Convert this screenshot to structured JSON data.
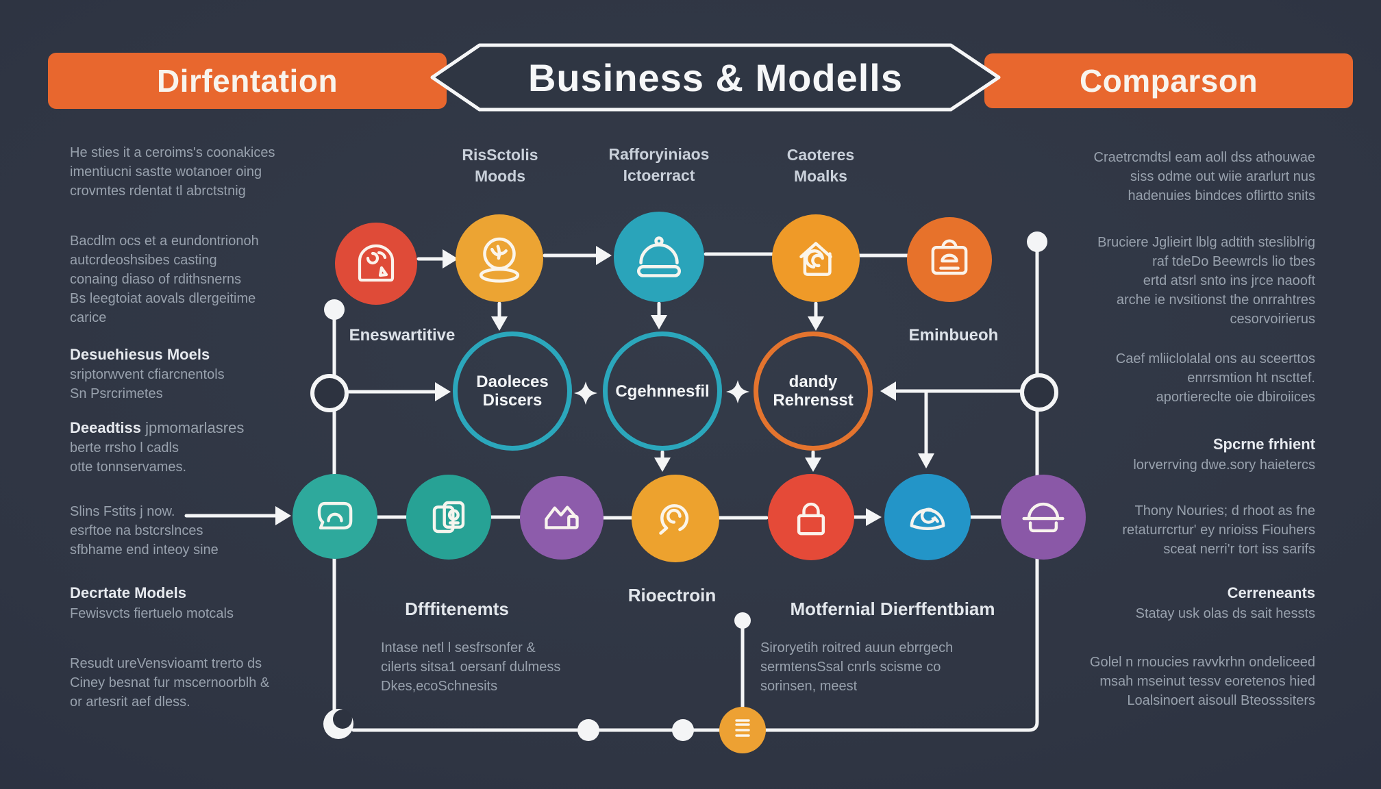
{
  "header": {
    "left_banner": "Dirfentation",
    "title": "Business & Modells",
    "right_banner": "Comparson",
    "banner_color": "#e8672e",
    "title_outline_color": "#f5f6f7"
  },
  "columns": {
    "left": {
      "para1": "He sties it a ceroims's coonakices\nimentiucni sastte wotanoer oing\ncrovmtes rdentat tl abrctstnig",
      "para2": "Bacdlm ocs et a eundontrionoh\nautcrdeoshsibes casting\nconaing diaso of rdithsnerns\nBs leegtoiat aovals dlergeitime\ncarice",
      "heading1": "Desuehiesus Moels",
      "heading1_sub": "sriptorwvent cfiarcnentols\nSn Psrcrimetes",
      "heading2": "Deeadtiss",
      "heading2_tail": " jpmomarlasres",
      "heading2_sub": "berte rrsho l cadls\notte tonnservames.",
      "para3": "Slins Fstits j now.\nesrftoe na bstcrslnces\nsfbhame end inteoy sine",
      "heading3": "Decrtate Models",
      "heading3_sub": "Fewisvcts fiertuelo motcals",
      "para4": "Resudt ureVensvioamt trerto ds\nCiney besnat fur mscernoorblh &\nor artesrit aef dless."
    },
    "right": {
      "para1": "Craetrcmdtsl eam aoll dss athouwae\nsiss odme out wiie ararlurt nus\nhadenuies bindces oflirtto snits",
      "para2": "Bruciere Jglieirt lblg adtith stesliblrig\nraf tdeDo Beewrcls lio tbes\nertd atsrl snto ins jrce naooft\narche ie nvsitionst the onrrahtres\ncesorvoirierus",
      "para3": "Caef mliiclolalal ons au sceerttos\nenrrsmtion ht nscttef.\naportiereclte oie dbiroiices",
      "heading1": "Spcrne frhient",
      "heading1_sub": "lorverrving dwe.sory haietercs",
      "para4": "Thony Nouries; d rhoot as fne\nretaturrcrtur' ey nrioiss Fiouhers\nsceat nerri'r tort iss sarifs",
      "heading2": "Cerreneants",
      "heading2_sub": "Statay usk olas ds sait hessts",
      "para5": "Golel n rnoucies ravvkrhn ondeliceed\nmsah mseinut tessv eoretenos hied\nLoalsinoert aisoull Bteosssiters"
    }
  },
  "flow": {
    "top_labels": [
      {
        "text": "RisSctolis\nMoods"
      },
      {
        "text": "Rafforyiniaos\nIctoerract"
      },
      {
        "text": "Caoteres\nMoalks"
      }
    ],
    "top_nodes": [
      {
        "icon": "bag",
        "color": "#df4b38"
      },
      {
        "icon": "crystal-ball",
        "color": "#eca433"
      },
      {
        "icon": "cloche",
        "color": "#2aa4ba"
      },
      {
        "icon": "house-refresh",
        "color": "#ef9a28"
      },
      {
        "icon": "card-bell",
        "color": "#e7722b"
      }
    ],
    "rings": [
      {
        "text": "Daoleces\nDiscers",
        "color": "#2ba7bc"
      },
      {
        "text": "Cgehnnesfil",
        "color": "#2ba7bc"
      },
      {
        "text": "dandy\nRehrensst",
        "color": "#e4742e"
      }
    ],
    "mid_left_label": "Eneswartitive",
    "mid_right_label": "Eminbueoh",
    "bottom_nodes": [
      {
        "icon": "chat-bubble",
        "color": "#2ea99c"
      },
      {
        "icon": "stacked-cards",
        "color": "#27a295"
      },
      {
        "icon": "mountain-chart",
        "color": "#8d5cab"
      },
      {
        "icon": "swirl",
        "color": "#eda22e"
      },
      {
        "icon": "padlock",
        "color": "#e54a38"
      },
      {
        "icon": "dome-refresh",
        "color": "#2395c8"
      },
      {
        "icon": "covered-dish",
        "color": "#8a58a7"
      }
    ],
    "bottom_labels": {
      "left": "Dfffitenemts",
      "mid": "Rioectroin",
      "right": "Motfernial Dierffentbiam"
    },
    "bottom_paras": {
      "left": "Intase netl l sesfrsonfer &\ncilerts sitsa1 oersanf dulmess\nDkes,ecoSchnesits",
      "right": "Siroryetih roitred auun ebrrgech\nsermtensSsal cnrls scisme co\nsorinsen, meest"
    },
    "timeline_node": {
      "icon": "list",
      "color": "#eda133"
    },
    "wire_color": "#f4f5f6"
  }
}
